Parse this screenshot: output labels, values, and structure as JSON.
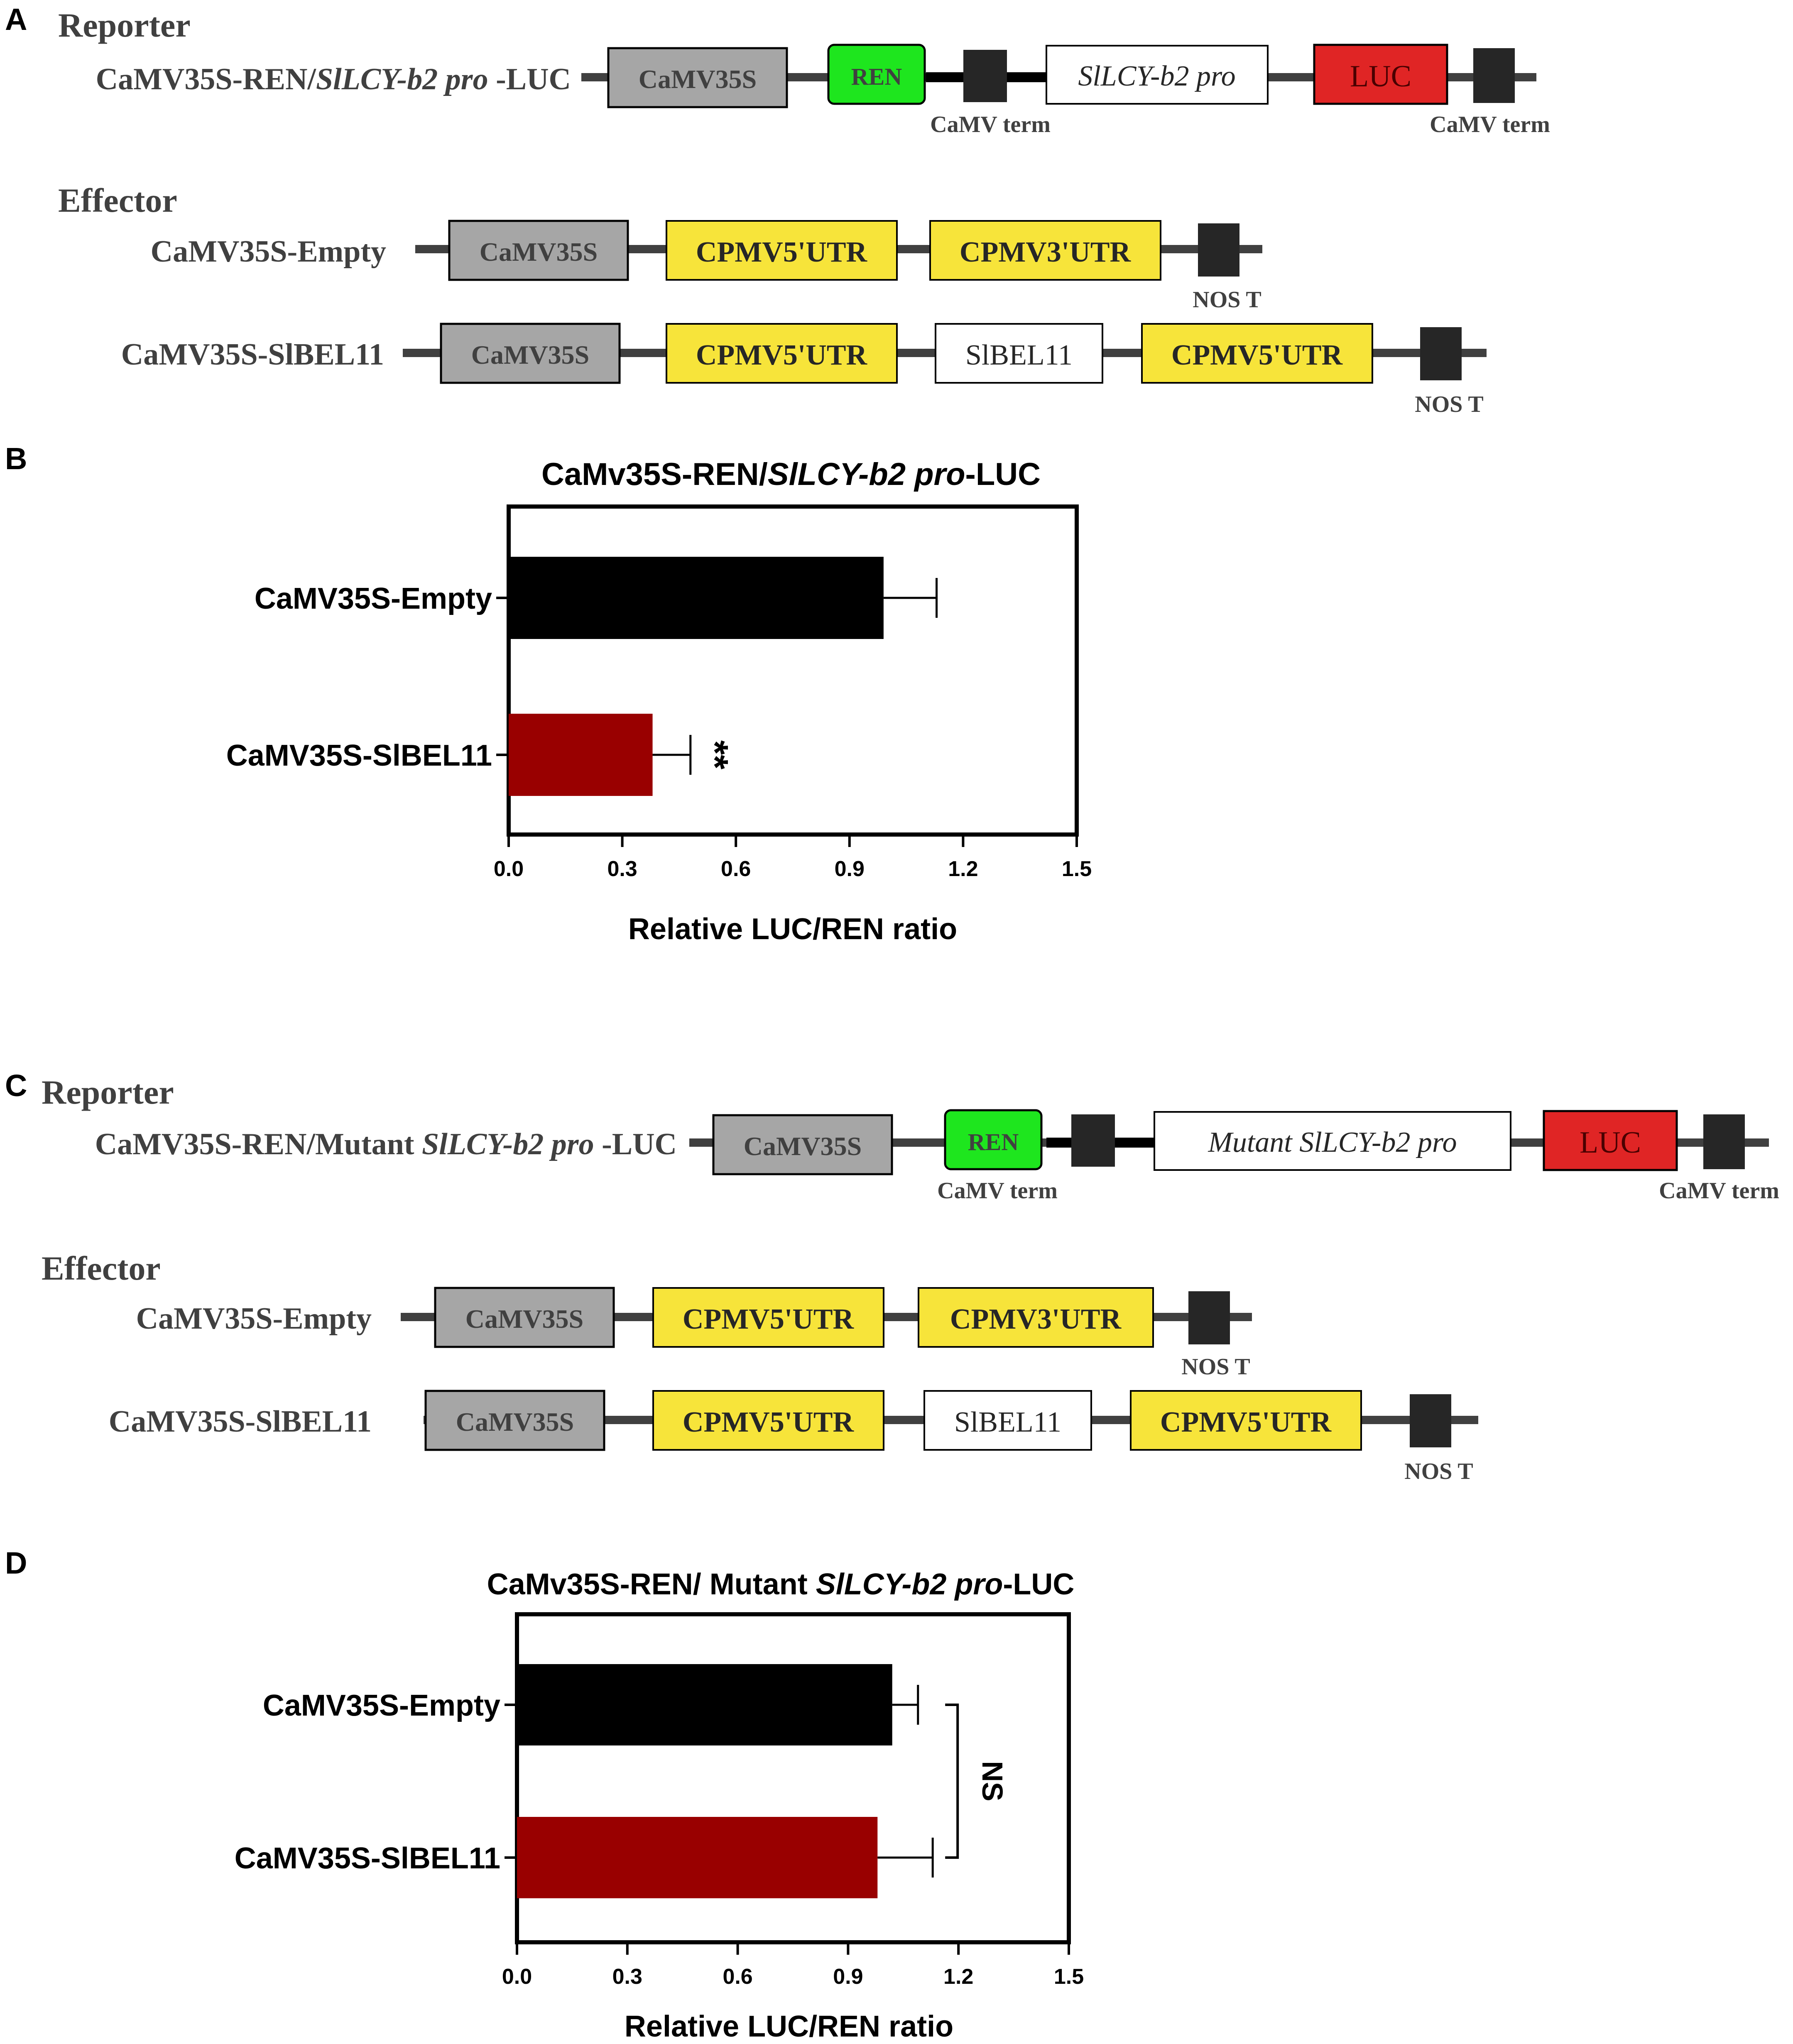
{
  "panels": {
    "a": "A",
    "b": "B",
    "c": "C",
    "d": "D"
  },
  "constructs": [
    {
      "heading": "Reporter",
      "label_pre": "CaMV35S-REN/",
      "label_italic": "SlLCY-b2 pro",
      "label_post": " -LUC",
      "color": "#000000",
      "boxes": {
        "camv35s": "CaMV35S",
        "ren": "REN",
        "promoter": "SlLCY-b2 pro",
        "luc": "LUC"
      },
      "terms": [
        "CaMV term",
        "CaMV term"
      ]
    },
    {
      "heading": "Effector",
      "rows": [
        {
          "label": "CaMV35S-Empty",
          "boxes": [
            "CaMV35S",
            "CPMV5'UTR",
            "CPMV3'UTR"
          ],
          "term": "NOS T"
        },
        {
          "label": "CaMV35S-SlBEL11",
          "boxes": [
            "CaMV35S",
            "CPMV5'UTR",
            "SlBEL11",
            "CPMV5'UTR"
          ],
          "term": "NOS T"
        }
      ]
    },
    {
      "heading": "Reporter",
      "label_pre": "CaMV35S-REN/Mutant ",
      "label_italic": "SlLCY-b2 pro",
      "label_post": " -LUC",
      "boxes": {
        "camv35s": "CaMV35S",
        "ren": "REN",
        "promoter": "Mutant SlLCY-b2 pro",
        "luc": "LUC"
      },
      "terms": [
        "CaMV term",
        "CaMV term"
      ]
    },
    {
      "heading": "Effector",
      "rows": [
        {
          "label": "CaMV35S-Empty",
          "boxes": [
            "CaMV35S",
            "CPMV5'UTR",
            "CPMV3'UTR"
          ],
          "term": "NOS T"
        },
        {
          "label": "CaMV35S-SlBEL11",
          "boxes": [
            "CaMV35S",
            "CPMV5'UTR",
            "SlBEL11",
            "CPMV5'UTR"
          ],
          "term": "NOS T"
        }
      ]
    }
  ],
  "colors": {
    "camv35s": "#a6a6a6",
    "ren": "#1ee61e",
    "luc": "#e02525",
    "utr": "#f7e43a",
    "terminator": "#262626",
    "backbone": "#404040",
    "bar_empty": "#000000",
    "bar_bel11": "#990000"
  },
  "chart_data": [
    {
      "type": "bar",
      "orientation": "horizontal",
      "title_pre": "CaMv35S-REN/",
      "title_italic": "SlLCY-b2 pro",
      "title_post": "-LUC",
      "categories": [
        "CaMV35S-Empty",
        "CaMV35S-SlBEL11"
      ],
      "values": [
        0.99,
        0.38
      ],
      "errors": [
        0.14,
        0.1
      ],
      "xlabel": "Relative LUC/REN ratio",
      "xlim": [
        0,
        1.5
      ],
      "xticks": [
        0.0,
        0.3,
        0.6,
        0.9,
        1.2,
        1.5
      ],
      "xtick_labels": [
        "0.0",
        "0.3",
        "0.6",
        "0.9",
        "1.2",
        "1.5"
      ],
      "annotation": "**",
      "grid": false
    },
    {
      "type": "bar",
      "orientation": "horizontal",
      "title_pre": "CaMv35S-REN/ Mutant ",
      "title_italic": "SlLCY-b2 pro",
      "title_post": "-LUC",
      "categories": [
        "CaMV35S-Empty",
        "CaMV35S-SlBEL11"
      ],
      "values": [
        1.02,
        0.98
      ],
      "errors": [
        0.07,
        0.15
      ],
      "xlabel": "Relative LUC/REN ratio",
      "xlim": [
        0,
        1.5
      ],
      "xticks": [
        0.0,
        0.3,
        0.6,
        0.9,
        1.2,
        1.5
      ],
      "xtick_labels": [
        "0.0",
        "0.3",
        "0.6",
        "0.9",
        "1.2",
        "1.5"
      ],
      "annotation": "NS",
      "grid": false
    }
  ]
}
